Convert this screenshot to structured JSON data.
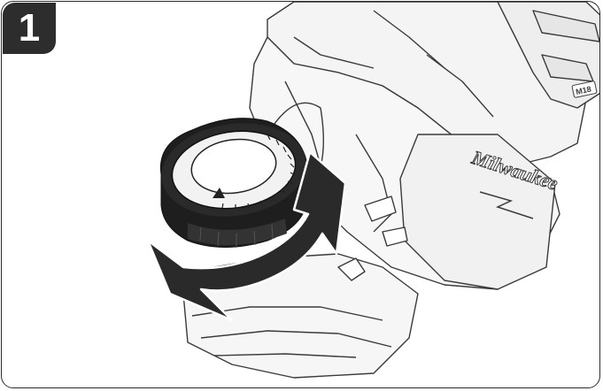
{
  "step": {
    "number": "1"
  },
  "illustration": {
    "brand_text": "Milwaukee",
    "battery_label": "M18",
    "line_color": "#3a3a3a",
    "fill_light": "#f4f4f4",
    "fill_mid": "#e6e6e6",
    "knob_color": "#1e1e1e",
    "arrow_color": "#2a2a2a",
    "icons": [
      "rotation-arrow-icon",
      "depth-adjustment-knob",
      "power-tool-body"
    ]
  }
}
